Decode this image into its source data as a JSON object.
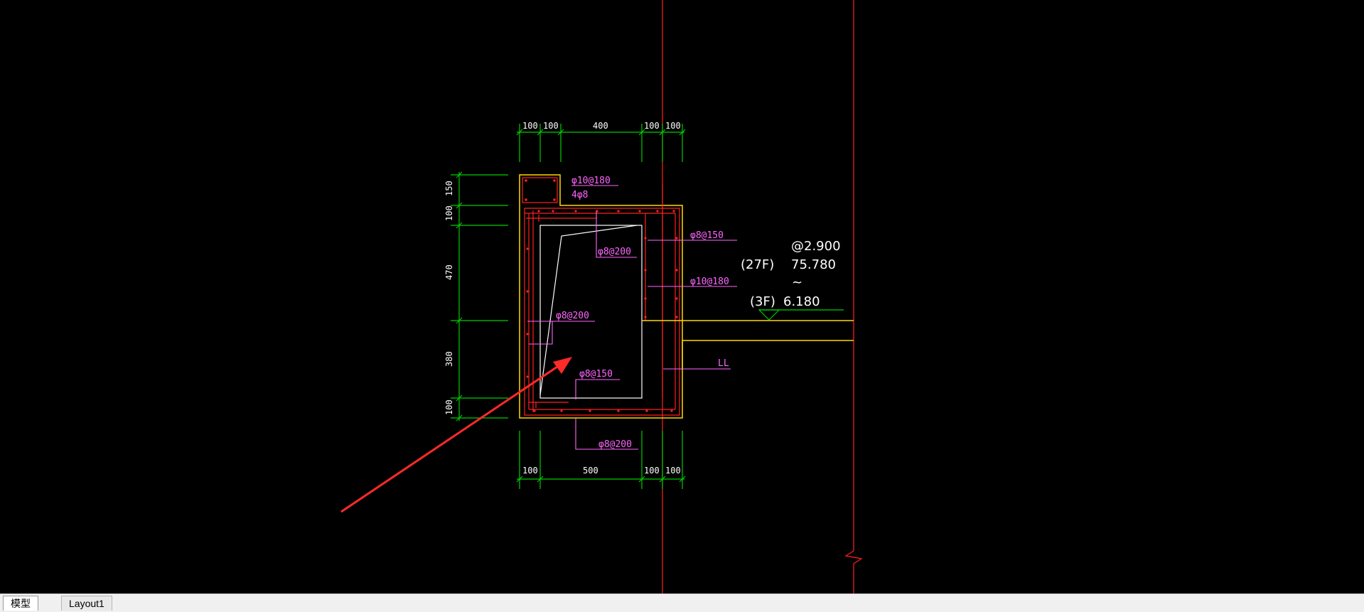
{
  "drawing": {
    "top_dims": [
      "100",
      "100",
      "400",
      "100",
      "100"
    ],
    "bottom_dims": [
      "100",
      "500",
      "100",
      "100"
    ],
    "left_dims": [
      "150",
      "100",
      "470",
      "380",
      "100"
    ],
    "rebar_labels": [
      "φ10@180",
      "4φ8",
      "φ8@150",
      "φ8@200",
      "φ10@180",
      "φ8@200",
      "φ8@150",
      "φ8@200",
      "LL"
    ],
    "elevations": {
      "step": "@2.900",
      "top_floor": "(27F)",
      "top_level": "75.780",
      "tilde": "~",
      "bottom_floor": "(3F)",
      "bottom_level": "6.180"
    }
  },
  "tabs": {
    "model": "模型",
    "layout": "Layout1"
  },
  "colors": {
    "background": "#000000",
    "dimension": "#00cc00",
    "outline": "#ffd800",
    "rebar": "#ff2020",
    "label": "#ff66ff",
    "arrow": "#ff2a2a"
  }
}
